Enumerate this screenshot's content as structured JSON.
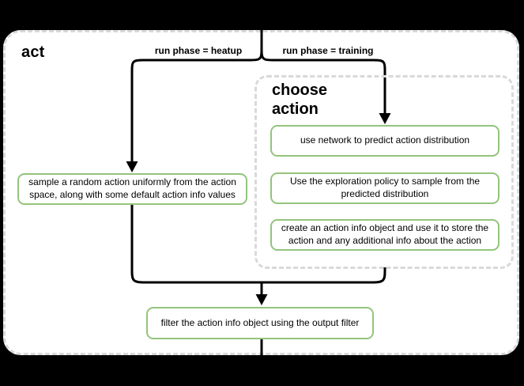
{
  "diagram": {
    "title": "act",
    "branches": {
      "heatup": {
        "label": "run phase = heatup"
      },
      "training": {
        "label": "run phase = training"
      }
    },
    "group": {
      "title": "choose action"
    },
    "nodes": {
      "sample_random_action": {
        "text": "sample a random action uniformly from the action space, along with some default action info values"
      },
      "predict_distribution": {
        "text": "use network to predict action distribution"
      },
      "exploration_policy": {
        "text": "Use the exploration policy to sample from the predicted distribution"
      },
      "create_action_info": {
        "text": "create an action info object and use it to store the action and any additional info about the action"
      },
      "filter_output": {
        "text": "filter the action info object using the output filter"
      }
    },
    "colors": {
      "node_border": "#93c47d",
      "dashed_border": "#d9d9d9",
      "connector": "#000000",
      "background": "#000000",
      "surface": "#ffffff"
    }
  }
}
